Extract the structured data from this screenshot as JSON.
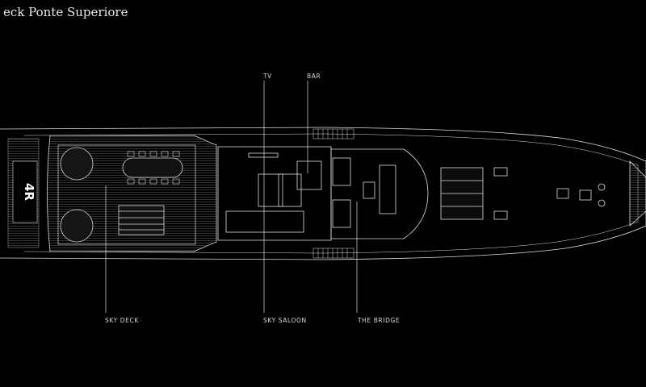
{
  "title": "eck Ponte Superiore",
  "labels": {
    "tv": "TV",
    "bar": "BAR",
    "sky_deck": "SKY DECK",
    "sky_saloon": "SKY SALOON",
    "the_bridge": "THE BRIDGE"
  },
  "logo_text": "4R",
  "colors": {
    "background": "#000000",
    "line": "#dcdcdc",
    "text": "#d8d8d8"
  }
}
